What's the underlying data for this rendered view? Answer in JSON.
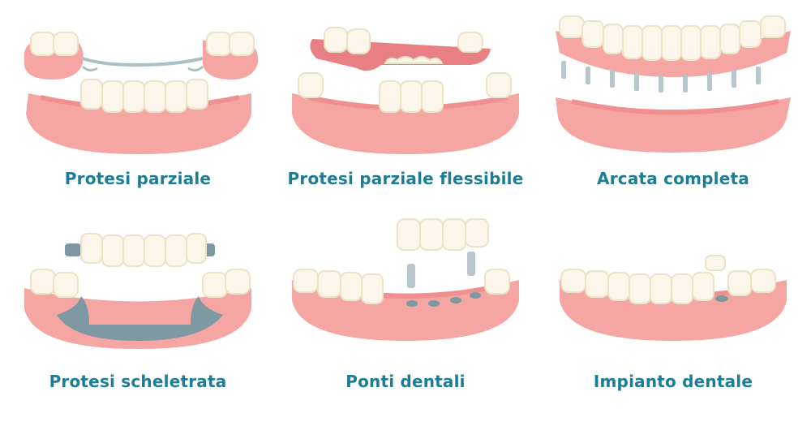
{
  "colors": {
    "label": "#1e7d96",
    "gum": "#f5a6a2",
    "gum_dark": "#e87f82",
    "gum_shadow": "#f08f8f",
    "tooth": "#fbf6e9",
    "tooth_shade": "#ece2c8",
    "metal": "#7e99a1",
    "metal_light": "#a9c0c6",
    "screw": "#b8c7cc"
  },
  "items": [
    {
      "label": "Protesi parziale",
      "icon": "partial-denture-icon"
    },
    {
      "label": "Protesi parziale flessibile",
      "icon": "flexible-partial-denture-icon"
    },
    {
      "label": "Arcata completa",
      "icon": "full-arch-icon"
    },
    {
      "label": "Protesi scheletrata",
      "icon": "skeletal-denture-icon"
    },
    {
      "label": "Ponti dentali",
      "icon": "dental-bridge-icon"
    },
    {
      "label": "Impianto dentale",
      "icon": "dental-implant-icon"
    }
  ]
}
